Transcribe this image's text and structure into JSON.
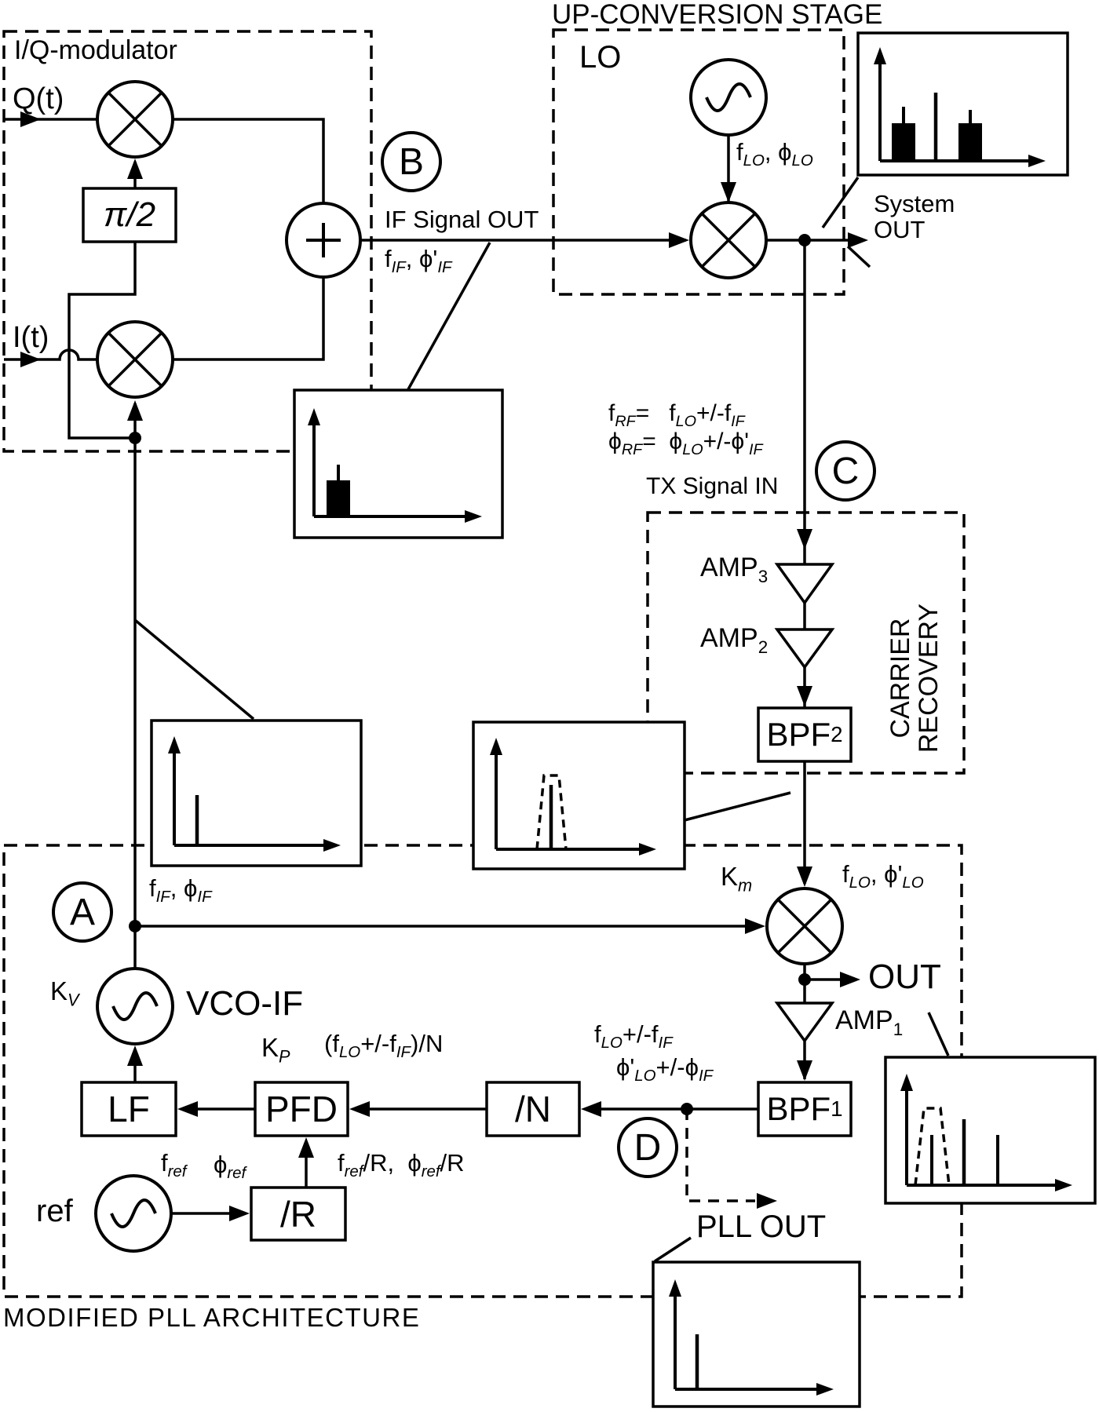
{
  "iq": {
    "title": "I/Q-modulator",
    "q_input": "Q(t)",
    "i_input": "I(t)",
    "phase_shift": "π/2"
  },
  "nodes": {
    "a": "A",
    "b": "B",
    "c": "C",
    "d": "D"
  },
  "if_signal": {
    "label": "IF Signal OUT",
    "params": "f_{IF}, ϕ'_{IF}"
  },
  "upconv": {
    "title": "UP-CONVERSION STAGE",
    "lo_label": "LO",
    "lo_params": "f_{LO}, ϕ_{LO}",
    "system_out": "System\nOUT"
  },
  "rf": {
    "eq_freq": "f_{RF}=   f_{LO}+/-f_{IF}",
    "eq_phase": "ϕ_{RF}=  ϕ_{LO}+/-ϕ'_{IF}",
    "tx_in": "TX Signal IN"
  },
  "carrier_recovery": {
    "title": "CARRIER\nRECOVERY",
    "amp3": "AMP_{3}",
    "amp2": "AMP_{2}",
    "bpf2": "BPF_{2}"
  },
  "downconv": {
    "km": "K_{m}",
    "lo_params": "f_{LO}, ϕ'_{LO}",
    "out": "OUT",
    "amp1": "AMP_{1}",
    "bpf1": "BPF_{1}"
  },
  "pll": {
    "title": "MODIFIED PLL ARCHITECTURE",
    "if_params": "f_{IF}, ϕ_{IF}",
    "kv": "K_{V}",
    "vco": "VCO-IF",
    "kp": "K_{P}",
    "pfd_in": "(f_{LO}+/-f_{IF})/N",
    "lf": "LF",
    "pfd": "PFD",
    "ndiv": "/N",
    "fb_freq": "f_{LO}+/-f_{IF}",
    "fb_phase": "ϕ'_{LO}+/-ϕ_{IF}",
    "ref": "ref",
    "f_ref": "f_{ref}",
    "phi_ref": "ϕ_{ref}",
    "rdiv": "/R",
    "r_out": "f_{ref}/R,  ϕ_{ref}/R",
    "pll_out": "PLL OUT"
  }
}
